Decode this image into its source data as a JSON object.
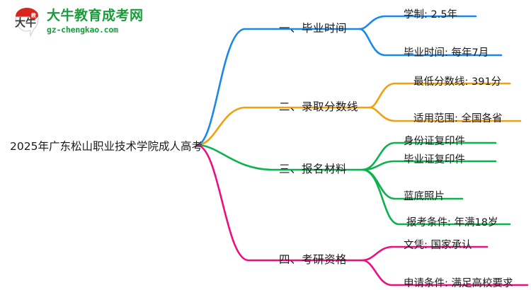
{
  "logo": {
    "icon_name": "daniu-speech-bubble-logo",
    "brand_cn": "大牛教育成考网",
    "brand_url": "gz-chengkao.com",
    "mark_text": "大牛",
    "brand_color": "#1a9c3c",
    "mark_color": "#d9261c"
  },
  "mindmap": {
    "root": {
      "label": "2025年广东松山职业技术学院成人高考"
    },
    "branches": [
      {
        "id": "graduation-time",
        "label": "一、毕业时间",
        "color": "#1a88ea",
        "children": [
          {
            "label": "学制: 2.5年"
          },
          {
            "label": "毕业时间: 每年7月"
          }
        ]
      },
      {
        "id": "admission-score",
        "label": "二、录取分数线",
        "color": "#efa111",
        "children": [
          {
            "label": "最低分数线: 391分"
          },
          {
            "label": "适用范围: 全国各省"
          }
        ]
      },
      {
        "id": "application-materials",
        "label": "三、报名材料",
        "color": "#0cb24c",
        "children": [
          {
            "label": "身份证复印件"
          },
          {
            "label": "毕业证复印件"
          },
          {
            "label": "蓝底照片"
          },
          {
            "label": "报考条件: 年满18岁"
          }
        ]
      },
      {
        "id": "postgraduate-eligibility",
        "label": "四、考研资格",
        "color": "#ec0f80",
        "children": [
          {
            "label": "文凭: 国家承认"
          },
          {
            "label": "申请条件: 满足高校要求"
          }
        ]
      }
    ]
  }
}
